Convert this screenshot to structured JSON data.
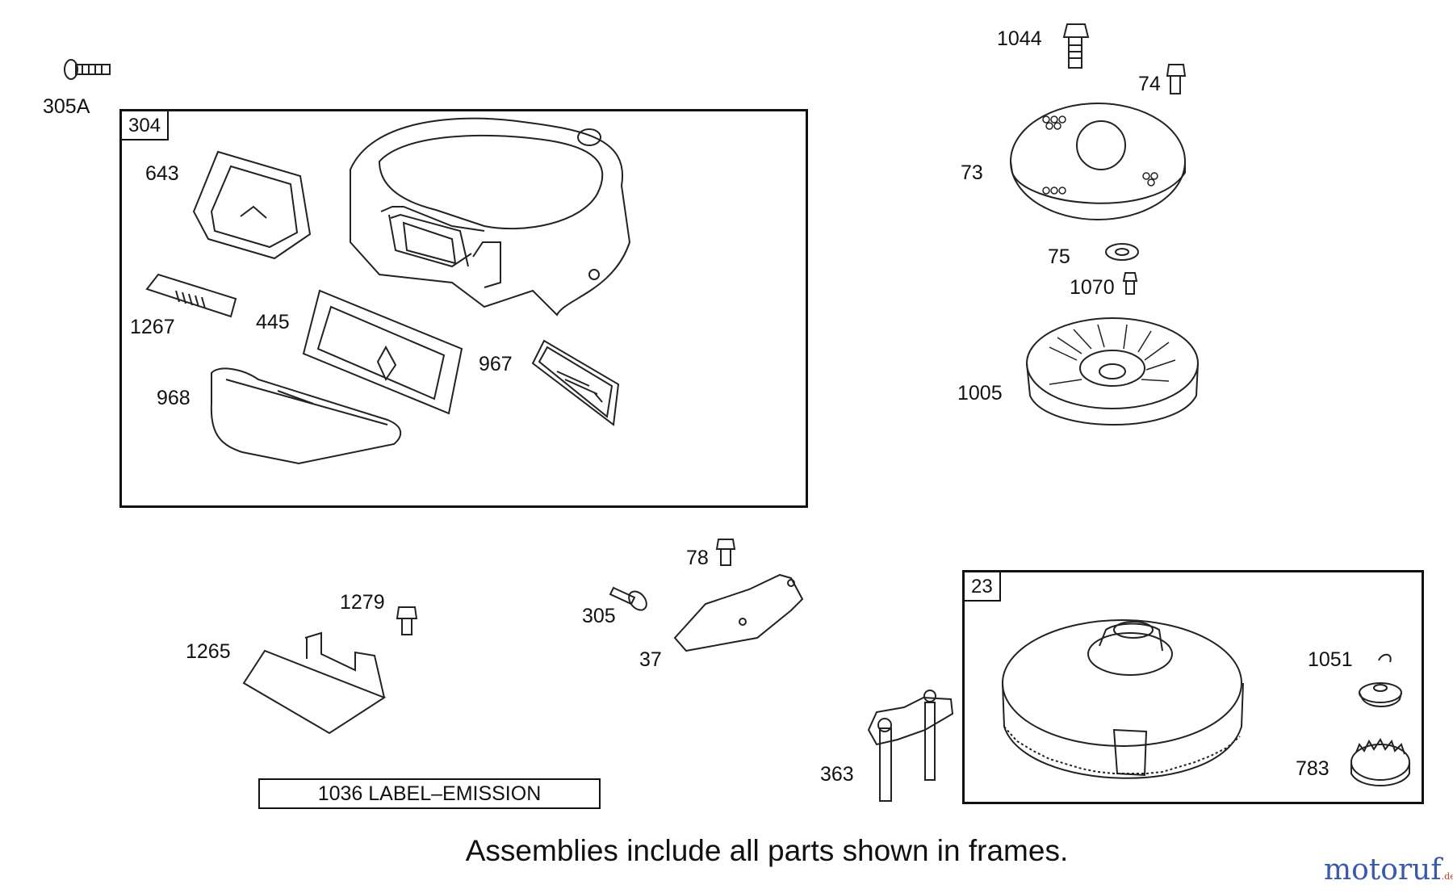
{
  "diagram": {
    "frames": [
      {
        "id": "304"
      },
      {
        "id": "23"
      }
    ],
    "callouts": {
      "p305A": "305A",
      "p643": "643",
      "p1267": "1267",
      "p445": "445",
      "p968": "968",
      "p967": "967",
      "p1044": "1044",
      "p74": "74",
      "p73": "73",
      "p75": "75",
      "p1070": "1070",
      "p1005": "1005",
      "p78": "78",
      "p1279": "1279",
      "p305": "305",
      "p37": "37",
      "p1265": "1265",
      "p1051": "1051",
      "p363": "363",
      "p783": "783"
    },
    "label_box": "1036 LABEL–EMISSION",
    "caption": "Assemblies include all parts shown in frames.",
    "watermark": {
      "brand": "motoruf",
      "tld": ".de",
      "brand_color": "#3a5aa8",
      "tld_color": "#c0392b"
    }
  }
}
